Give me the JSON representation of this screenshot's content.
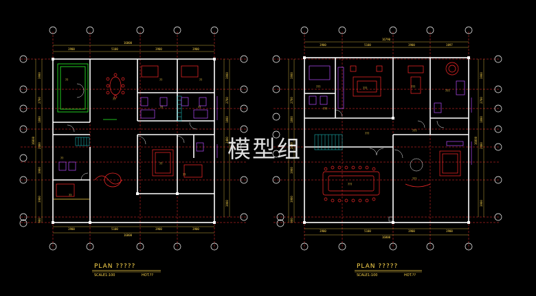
{
  "watermark": "模型组",
  "plans": [
    {
      "title": "PLAN   ?????",
      "scale": "SCALE1:100",
      "code": "HOT.??",
      "top_total": "16800",
      "top_dims": [
        "3900",
        "5100",
        "3900",
        "3900"
      ],
      "bottom_total": "16800",
      "bottom_dims": [
        "3900",
        "5100",
        "3900",
        "3900"
      ],
      "left_dims": [
        "3900",
        "2700",
        "1800",
        "2400",
        "3900",
        "3900",
        "900"
      ],
      "right_dims": [
        "3900",
        "2700",
        "1800",
        "2400",
        "3900"
      ],
      "side_total": "16800",
      "room_labels": [
        "??",
        "??",
        "??",
        "??",
        "??",
        "??",
        "??",
        "??",
        "??",
        "??"
      ]
    },
    {
      "title": "PLAN   ?????",
      "scale": "SCALE1:100",
      "code": "HOT.??",
      "top_total": "16790",
      "top_dims": [
        "3900",
        "5100",
        "3900",
        "3897"
      ],
      "bottom_total": "16800",
      "bottom_dims": [
        "3900",
        "5100",
        "3900",
        "3900"
      ],
      "left_dims": [
        "3900",
        "2700",
        "1800",
        "2400",
        "3900",
        "3900",
        "900"
      ],
      "right_dims": [
        "3900",
        "2700",
        "1800",
        "2400",
        "3900"
      ],
      "side_total": "16800",
      "room_labels": [
        "???",
        "???",
        "???",
        "???",
        "???",
        "???",
        "???",
        "???",
        "???"
      ]
    }
  ],
  "colors": {
    "wall": "#ffffff",
    "axis": "#ff3030",
    "dimension": "#ffd84d",
    "furniture": "#ff2a2a",
    "fixture": "#b84dff",
    "kitchen": "#2aff2a",
    "stair": "#20d8d8"
  }
}
